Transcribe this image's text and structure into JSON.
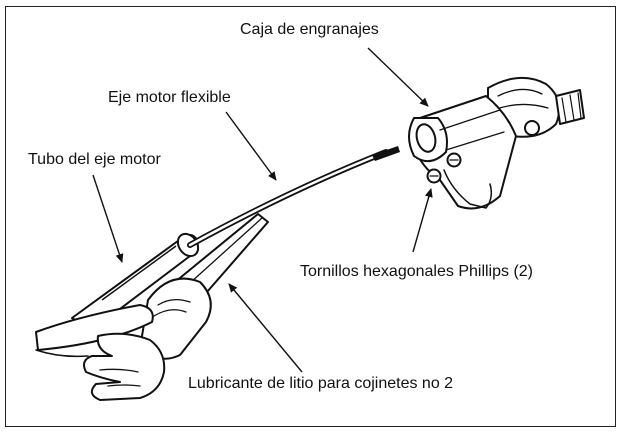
{
  "labels": {
    "gearbox": "Caja de engranajes",
    "flex_shaft": "Eje motor flexible",
    "shaft_tube": "Tubo del eje motor",
    "screws": "Tornillos hexagonales Phillips (2)",
    "lubricant": "Lubricante de litio para cojinetes no 2"
  }
}
